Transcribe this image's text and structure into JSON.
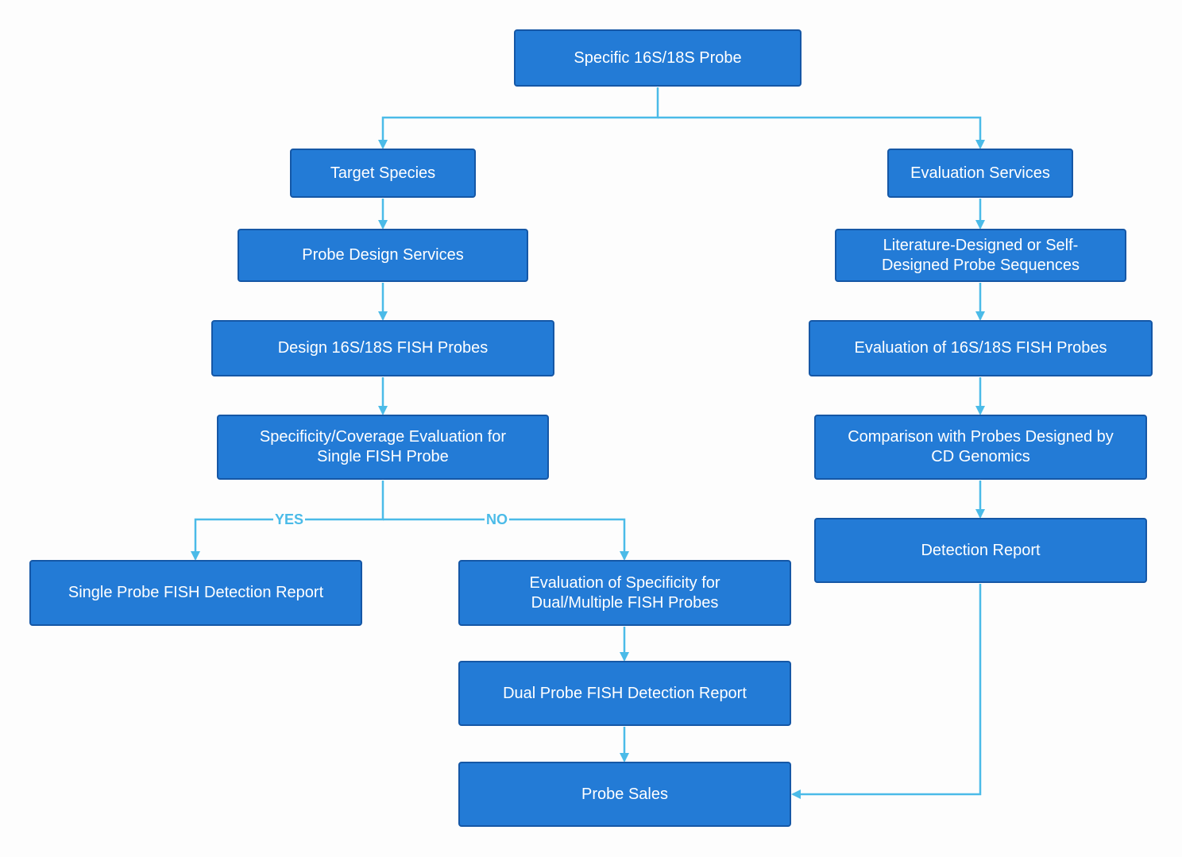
{
  "colors": {
    "node_fill": "#237bd6",
    "node_border": "#1557a6",
    "node_text": "#ffffff",
    "connector": "#4bbbe8",
    "background": "#fdfdfd"
  },
  "nodes": {
    "root": "Specific 16S/18S Probe",
    "target_species": "Target Species",
    "probe_design_services": "Probe Design Services",
    "design_probes": "Design 16S/18S FISH Probes",
    "specificity_coverage": "Specificity/Coverage Evaluation for\nSingle FISH Probe",
    "single_report": "Single Probe FISH Detection Report",
    "eval_dual_multiple": "Evaluation of Specificity for\nDual/Multiple FISH Probes",
    "dual_report": "Dual Probe FISH Detection Report",
    "probe_sales": "Probe Sales",
    "evaluation_services": "Evaluation Services",
    "literature_designed": "Literature-Designed or Self-\nDesigned Probe Sequences",
    "evaluation_probes": "Evaluation of 16S/18S FISH Probes",
    "comparison": "Comparison with Probes Designed by\nCD Genomics",
    "detection_report": "Detection Report"
  },
  "edge_labels": {
    "yes": "YES",
    "no": "NO"
  }
}
